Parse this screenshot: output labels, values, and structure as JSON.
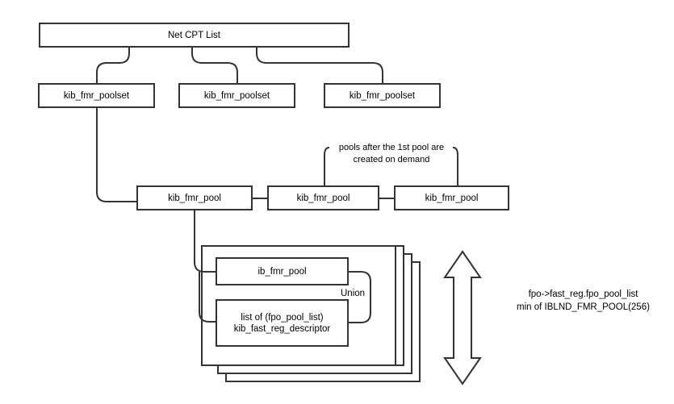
{
  "diagram": {
    "title": "kib_fmr_poolset / kib_fmr_pool structure",
    "colors": {
      "stroke": "#333333",
      "fill": "#ffffff",
      "text": "#000000",
      "background": "#ffffff"
    },
    "root_node": {
      "label": "Net CPT List"
    },
    "poolsets": [
      {
        "label": "kib_fmr_poolset"
      },
      {
        "label": "kib_fmr_poolset"
      },
      {
        "label": "kib_fmr_poolset"
      }
    ],
    "pools": [
      {
        "label": "kib_fmr_pool"
      },
      {
        "label": "kib_fmr_pool"
      },
      {
        "label": "kib_fmr_pool"
      }
    ],
    "pool_note": "pools after the 1st pool are\ncreated on demand",
    "stack": {
      "union_label": "Union",
      "hidden_union_labels": [
        "Union",
        "Union",
        "Union"
      ],
      "inner_boxes": [
        {
          "label": "ib_fmr_pool"
        },
        {
          "label": "list of (fpo_pool_list)\nkib_fast_reg_descriptor"
        }
      ]
    },
    "side_annotation": "fpo->fast_reg.fpo_pool_list\nmin of IBLND_FMR_POOL(256)"
  }
}
